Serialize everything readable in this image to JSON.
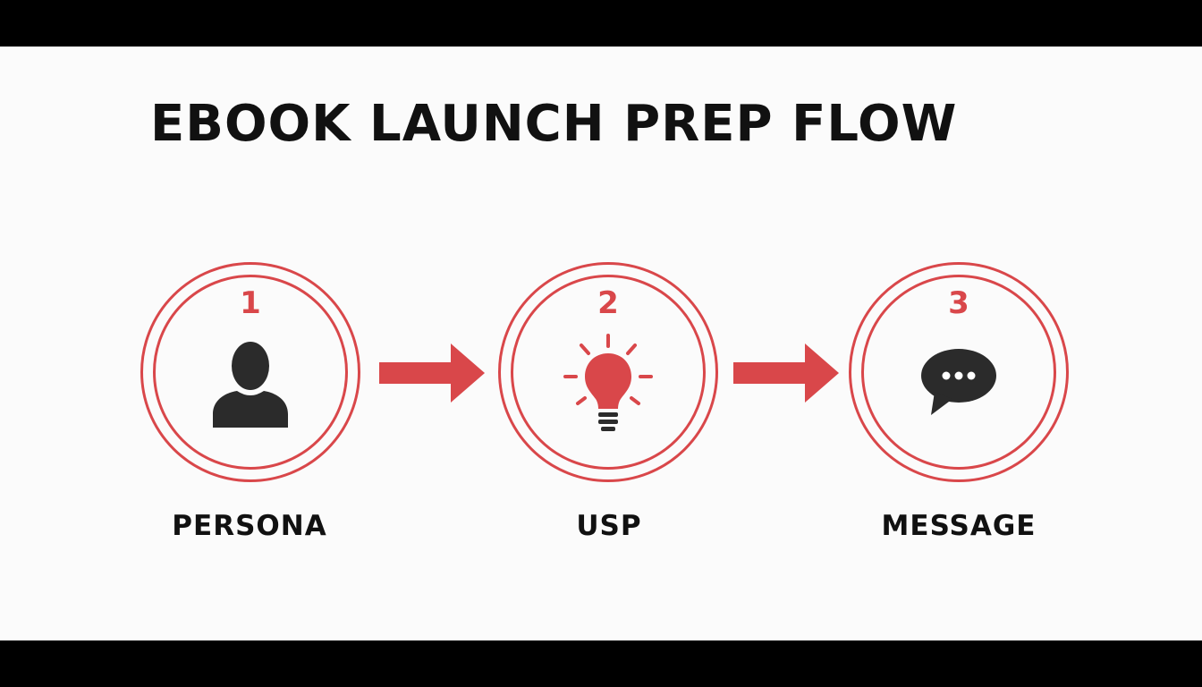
{
  "title": "EBOOK LAUNCH PREP FLOW",
  "colors": {
    "accent": "#d9474a",
    "text": "#111111",
    "background": "#fbfbfb",
    "icon_dark": "#2b2b2b"
  },
  "steps": [
    {
      "number": "1",
      "label": "PERSONA",
      "icon": "person-icon"
    },
    {
      "number": "2",
      "label": "USP",
      "icon": "lightbulb-icon"
    },
    {
      "number": "3",
      "label": "MESSAGE",
      "icon": "speech-bubble-icon"
    }
  ]
}
